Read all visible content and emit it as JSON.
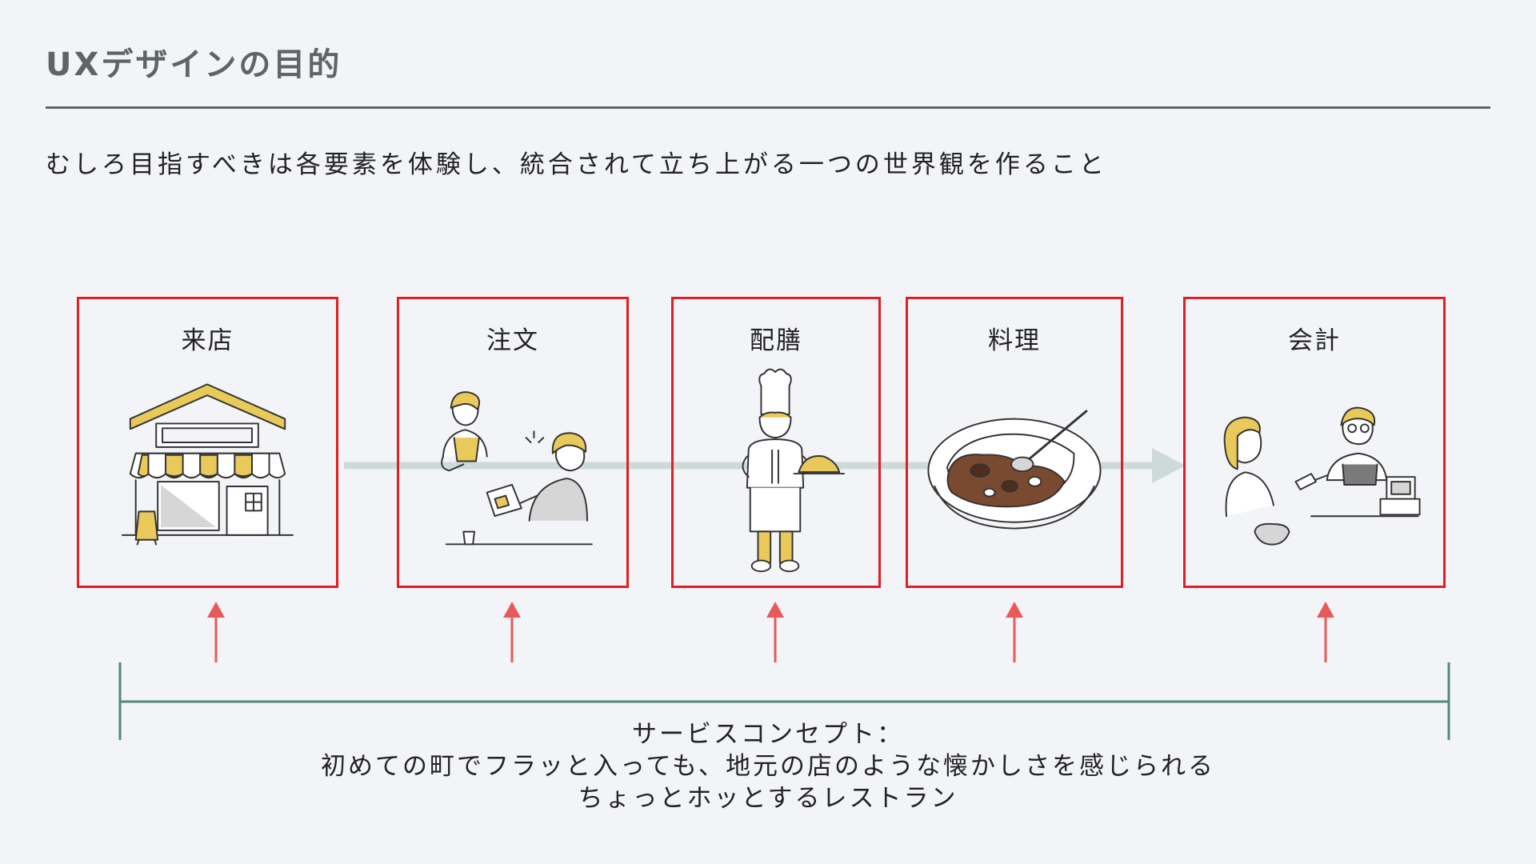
{
  "header": {
    "title": "UXデザインの目的",
    "subtitle": "むしろ目指すべきは各要素を体験し、統合されて立ち上がる一つの世界観を作ること"
  },
  "steps": [
    {
      "label": "来店",
      "icon": "storefront-icon"
    },
    {
      "label": "注文",
      "icon": "ordering-icon"
    },
    {
      "label": "配膳",
      "icon": "chef-serving-icon"
    },
    {
      "label": "料理",
      "icon": "curry-plate-icon"
    },
    {
      "label": "会計",
      "icon": "checkout-icon"
    }
  ],
  "concept": {
    "heading": "サービスコンセプト：",
    "line1": "初めての町でフラッと入っても、地元の店のような懐かしさを感じられる",
    "line2": "ちょっとホッとするレストラン"
  },
  "colors": {
    "box_border": "#e01f22",
    "up_arrow": "#e85a5a",
    "flow_arrow": "#cddbd8",
    "concept_bracket": "#4f8a7a",
    "accent_yellow": "#e8c95a",
    "title_gray": "#5d6663"
  }
}
